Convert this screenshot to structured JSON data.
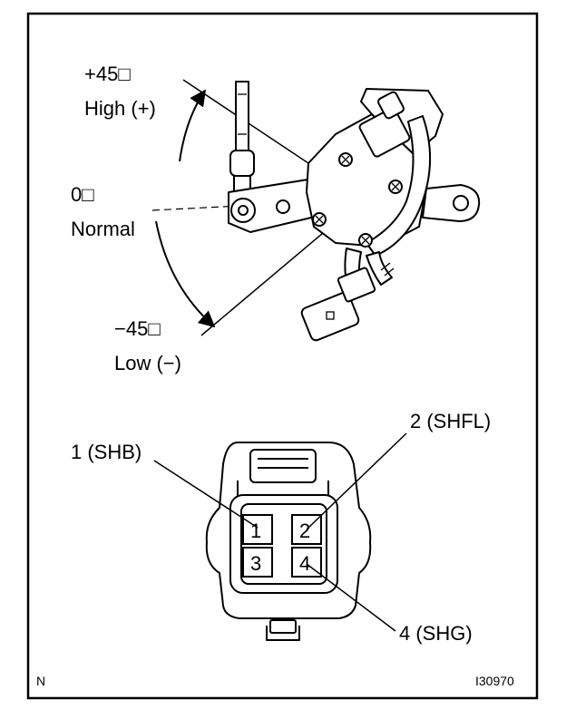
{
  "angles": {
    "high_value": "+45□",
    "high_label": "High (+)",
    "normal_value": "0□",
    "normal_label": "Normal",
    "low_value": "−45□",
    "low_label": "Low (−)"
  },
  "connector": {
    "pins": [
      {
        "number": "1",
        "label": "1 (SHB)"
      },
      {
        "number": "2",
        "label": "2 (SHFL)"
      },
      {
        "number": "3",
        "label": ""
      },
      {
        "number": "4",
        "label": "4 (SHG)"
      }
    ]
  },
  "footer": {
    "left_code": "N",
    "figure_id": "I30970"
  }
}
